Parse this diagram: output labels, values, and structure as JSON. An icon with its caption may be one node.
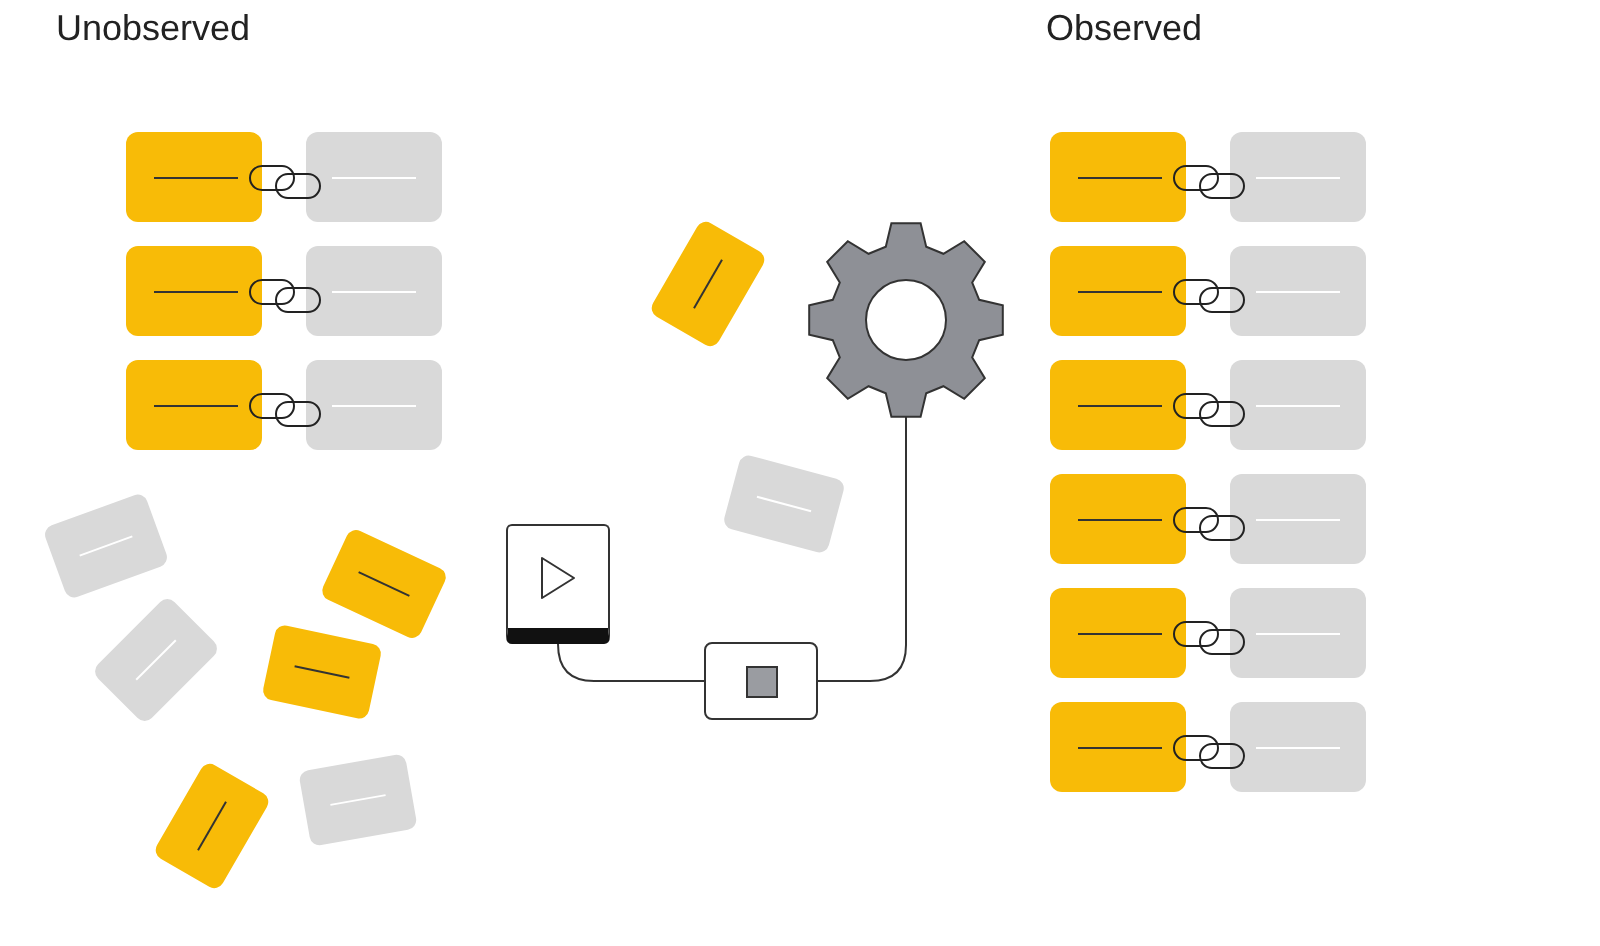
{
  "diagram": {
    "nodes": [
      {
        "text": [],
        "shape": "box"
      },
      {
        "text": [],
        "shape": "box"
      },
      {
        "text": [],
        "shape": "picture"
      }
    ],
    "edges": [
      {
        "from": 0,
        "to": 1,
        "arrow": "none"
      },
      {
        "from": 1,
        "to": 2,
        "arrow": "none"
      }
    ],
    "labels": [
      "Unobserved",
      "Observed"
    ]
  }
}
